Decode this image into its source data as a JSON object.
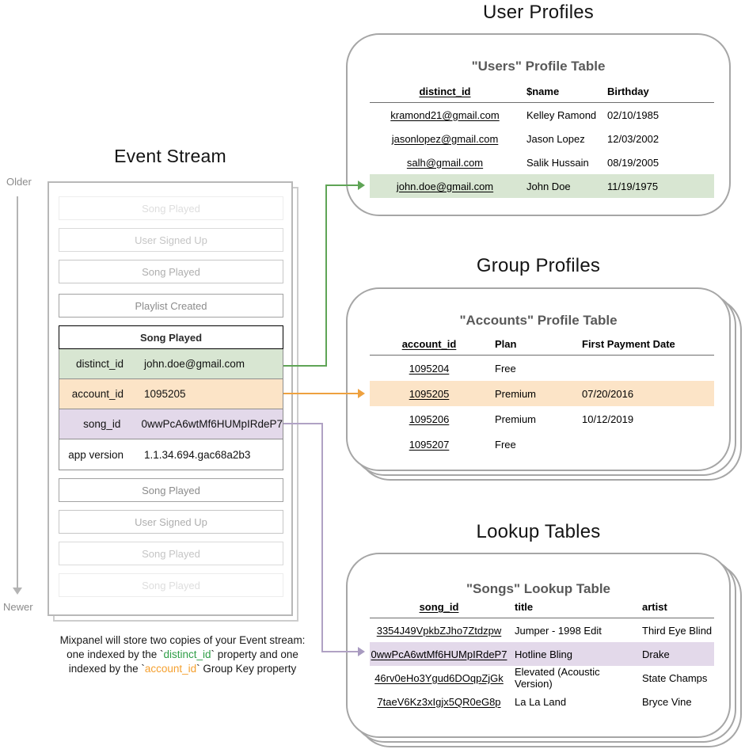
{
  "titles": {
    "event_stream": "Event Stream",
    "user_profiles": "User Profiles",
    "group_profiles": "Group Profiles",
    "lookup_tables": "Lookup Tables"
  },
  "timeline": {
    "older": "Older",
    "newer": "Newer"
  },
  "event_stream": {
    "events_before": [
      {
        "label": "Song Played"
      },
      {
        "label": "User Signed Up"
      },
      {
        "label": "Song Played"
      },
      {
        "label": "Playlist Created"
      }
    ],
    "focused_event": {
      "title": "Song Played",
      "properties": [
        {
          "key": "distinct_id",
          "value": "john.doe@gmail.com",
          "highlight": "green"
        },
        {
          "key": "account_id",
          "value": "1095205",
          "highlight": "orange"
        },
        {
          "key": "song_id",
          "value": "0wwPcA6wtMf6HUMpIRdeP7",
          "highlight": "purple"
        },
        {
          "key": "app version",
          "value": "1.1.34.694.gac68a2b3",
          "highlight": "none"
        }
      ]
    },
    "events_after": [
      {
        "label": "Song Played"
      },
      {
        "label": "User Signed Up"
      },
      {
        "label": "Song Played"
      },
      {
        "label": "Song Played"
      }
    ]
  },
  "users_table": {
    "title": "\"Users\" Profile Table",
    "columns": [
      "distinct_id",
      "$name",
      "Birthday"
    ],
    "rows": [
      [
        "kramond21@gmail.com",
        "Kelley Ramond",
        "02/10/1985"
      ],
      [
        "jasonlopez@gmail.com",
        "Jason Lopez",
        "12/03/2002"
      ],
      [
        "salh@gmail.com",
        "Salik Hussain",
        "08/19/2005"
      ],
      [
        "john.doe@gmail.com",
        "John Doe",
        "11/19/1975"
      ]
    ],
    "highlighted_row_index": 3
  },
  "accounts_table": {
    "title": "\"Accounts\" Profile Table",
    "columns": [
      "account_id",
      "Plan",
      "First Payment Date"
    ],
    "rows": [
      [
        "1095204",
        "Free",
        ""
      ],
      [
        "1095205",
        "Premium",
        "07/20/2016"
      ],
      [
        "1095206",
        "Premium",
        "10/12/2019"
      ],
      [
        "1095207",
        "Free",
        ""
      ]
    ],
    "highlighted_row_index": 1
  },
  "songs_table": {
    "title": "\"Songs\" Lookup Table",
    "columns": [
      "song_id",
      "title",
      "artist"
    ],
    "rows": [
      [
        "3354J49VpkbZJho7Ztdzpw",
        "Jumper - 1998 Edit",
        "Third Eye Blind"
      ],
      [
        "0wwPcA6wtMf6HUMpIRdeP7",
        "Hotline Bling",
        "Drake"
      ],
      [
        "46rv0eHo3Ygud6DOqpZjGk",
        "Elevated (Acoustic Version)",
        "State Champs"
      ],
      [
        "7taeV6Kz3xIgjx5QR0eG8p",
        "La La Land",
        "Bryce Vine"
      ]
    ],
    "highlighted_row_index": 1
  },
  "caption": {
    "line1": "Mixpanel will store two copies of your Event stream:",
    "line2_pre": "one indexed by the `",
    "line2_code": "distinct_id",
    "line2_post": "` property and one",
    "line3_pre": "indexed by the `",
    "line3_code": "account_id",
    "line3_post": "` Group Key property"
  },
  "connections": [
    {
      "from": "distinct_id",
      "to": "users_table_row_john_doe",
      "color": "green"
    },
    {
      "from": "account_id",
      "to": "accounts_table_row_1095205",
      "color": "orange"
    },
    {
      "from": "song_id",
      "to": "songs_table_row_hotline_bling",
      "color": "purple"
    }
  ],
  "colors": {
    "green_highlight": "#d8e6d2",
    "orange_highlight": "#fce4c7",
    "purple_highlight": "#e3d9ea",
    "green_arrow": "#5fa456",
    "orange_arrow": "#eea13f",
    "purple_arrow": "#b0a2c4",
    "distinct_id_text": "#2f9e47",
    "account_id_text": "#f5a02f",
    "card_border": "#a6a6a6",
    "table_title_text": "#595959"
  }
}
